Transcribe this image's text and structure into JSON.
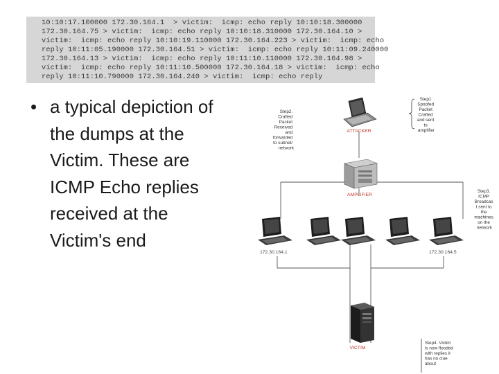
{
  "dump": {
    "lines": [
      "10:10:17.100000 172.30.164.1  > victim:  icmp: echo reply 10:10:18.300000",
      "172.30.164.75 > victim:  icmp: echo reply 10:10:18.310000 172.30.164.10 >",
      "victim:  icmp: echo reply 10:10:19.110000 172.30.164.223 > victim:  icmp: echo",
      "reply 10:11:05.190000 172.30.164.51 > victim:  icmp: echo reply 10:11:09.240000",
      "172.30.164.13 > victim:  icmp: echo reply 10:11:10.110000 172.30.164.98 >",
      "victim:  icmp: echo reply 10:11:10.500000 172.30.164.18 > victim:  icmp: echo",
      "reply 10:11:10.790000 172.30.164.240 > victim:  icmp: echo reply"
    ]
  },
  "bullet": {
    "symbol": "•",
    "lines": [
      "a typical depiction of",
      "the dumps at the",
      "Victim. These are",
      "ICMP Echo replies",
      "received at the",
      "Victim's end"
    ]
  },
  "diagram": {
    "attacker_label": "ATTACKER",
    "amplifier_label": "AMPLIFIER",
    "victim_label": "VICTIM",
    "ip_left": "172.30.164.1",
    "ip_right": "172.30.164.5",
    "step1": [
      "Step1",
      "Spoofed",
      "Packet",
      "Crafted",
      "and sent",
      "to",
      "amplifier"
    ],
    "step2": [
      "Step2.",
      "Crafted",
      "Packet",
      "Received",
      "and",
      "forwarded",
      "to subnet/",
      "network"
    ],
    "step3": [
      "Step3.",
      "ICMP",
      "Broadcas",
      "t sent to",
      "the",
      "machines",
      "on the",
      "network"
    ],
    "step4": [
      "Step4. Victim",
      "is now flooded",
      "with replies it",
      "has no clue",
      "about"
    ]
  }
}
